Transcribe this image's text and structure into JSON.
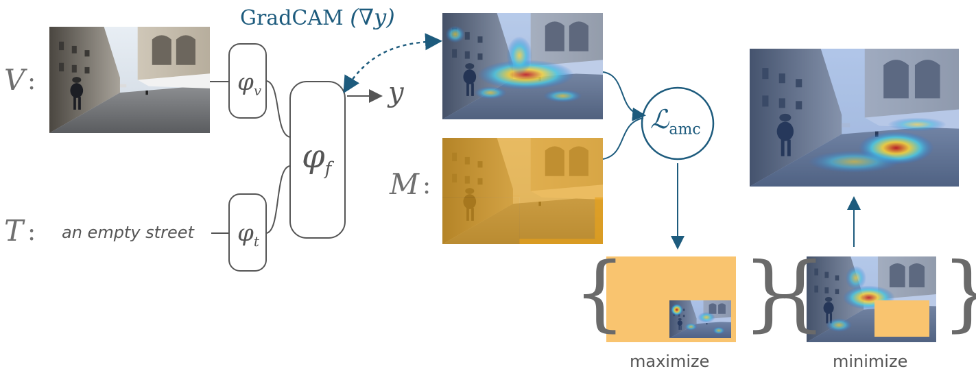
{
  "labels": {
    "video_label": "V",
    "text_label": "T",
    "mask_label": "M",
    "colon": ":",
    "text_input": "an empty street",
    "phi_v": "φ",
    "phi_v_sub": "v",
    "phi_t": "φ",
    "phi_t_sub": "t",
    "phi_f": "φ",
    "phi_f_sub": "f",
    "output": "y",
    "gradcam_title": "GradCAM",
    "gradcam_arg": "(∇y)",
    "loss_symbol": "ℒ",
    "loss_sub": "amc",
    "maximize": "maximize",
    "minimize": "minimize",
    "brace_open": "{",
    "brace_close": "}"
  },
  "colors": {
    "accent": "#1d5b7d",
    "mask_orange": "#f9c46f",
    "gray_text": "#6f6f6f",
    "box_stroke": "#555555"
  }
}
